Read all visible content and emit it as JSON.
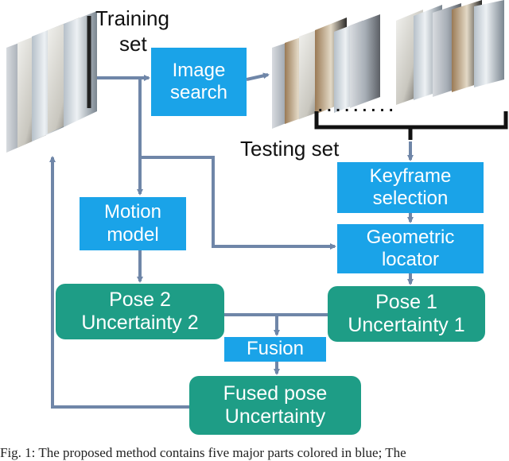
{
  "labels": {
    "training_set_line1": "Training",
    "training_set_line2": "set",
    "testing_set": "Testing set"
  },
  "boxes": {
    "image_search": [
      "Image",
      "search"
    ],
    "keyframe_selection": [
      "Keyframe",
      "selection"
    ],
    "motion_model": [
      "Motion",
      "model"
    ],
    "geometric_locator": [
      "Geometric",
      "locator"
    ],
    "pose2": [
      "Pose 2",
      "Uncertainty 2"
    ],
    "pose1": [
      "Pose 1",
      "Uncertainty 1"
    ],
    "fusion": [
      "Fusion"
    ],
    "fused_pose": [
      "Fused pose",
      "Uncertainty"
    ]
  },
  "dots": ". . . . . . . . .",
  "caption": "Fig. 1: The proposed method contains five major parts colored in blue; The",
  "colors": {
    "blue_box": "#1aa3e8",
    "green_box": "#1e9d86",
    "arrow": "#6f86a8"
  }
}
